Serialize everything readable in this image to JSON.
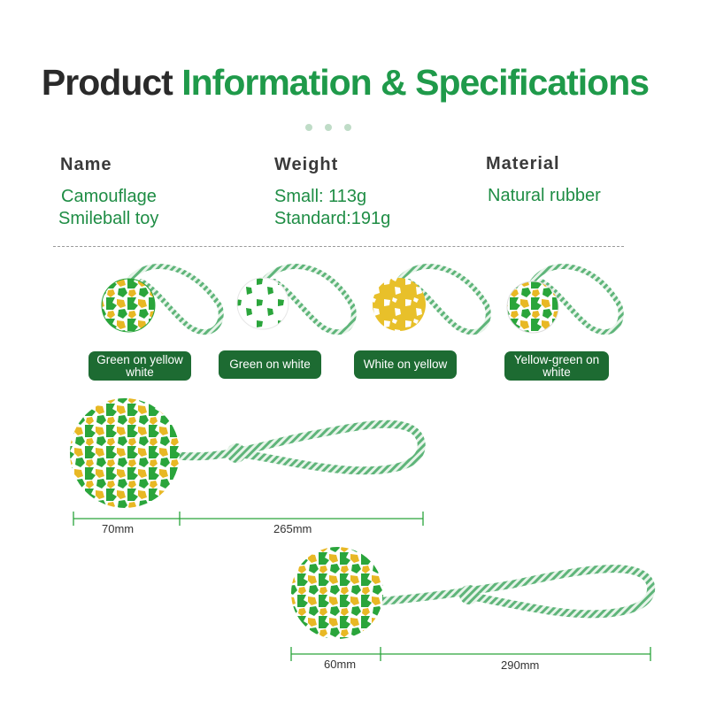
{
  "header": {
    "title_dark": "Product",
    "title_green": "Information & Specifications"
  },
  "specs": {
    "name": {
      "label": "Name",
      "lines": [
        "Camouflage",
        "Smileball toy"
      ]
    },
    "weight": {
      "label": "Weight",
      "lines": [
        "Small: 113g",
        "Standard:191g"
      ]
    },
    "material": {
      "label": "Material",
      "lines": [
        "Natural rubber"
      ]
    }
  },
  "variants": [
    {
      "label": "Green on yellow white"
    },
    {
      "label": "Green on white"
    },
    {
      "label": "White on yellow"
    },
    {
      "label": "Yellow-green on white"
    }
  ],
  "sizes": {
    "large": {
      "ball": "70mm",
      "rope": "265mm"
    },
    "small": {
      "ball": "60mm",
      "rope": "290mm"
    }
  },
  "colors": {
    "brand_green": "#1f9a4a",
    "badge_green": "#1d6b32",
    "camo_yellow": "#e8b824",
    "camo_green": "#2aa53b",
    "rope_green": "#5fb57a"
  }
}
